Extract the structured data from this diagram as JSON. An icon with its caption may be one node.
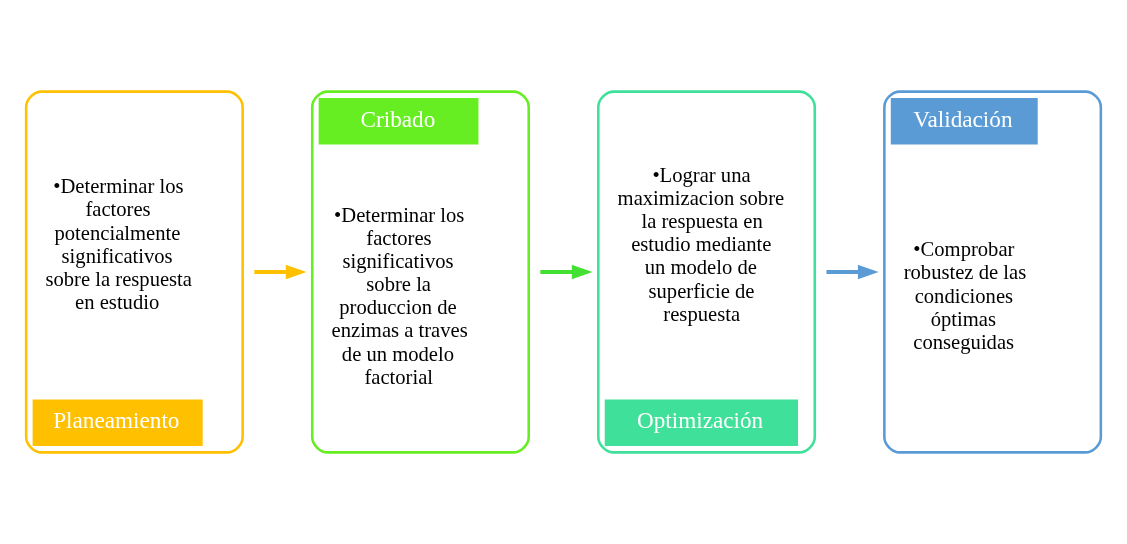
{
  "diagram": {
    "nodes": [
      {
        "text": [
          "•Determinar los factores potencialmente significativos sobre la respuesta en estudio",
          "Planeamiento"
        ]
      },
      {
        "text": [
          "Cribado",
          "•Determinar los factores significativos sobre la produccion de enzimas a traves de un modelo factorial"
        ]
      },
      {
        "text": [
          "•Lograr una maximizacion sobre la respuesta en estudio mediante un modelo de superficie de respuesta",
          "Optimización"
        ]
      },
      {
        "text": [
          "Validación",
          "•Comprobar robustez de las condiciones óptimas conseguidas"
        ]
      }
    ],
    "edges": [
      {
        "from": 0,
        "to": 1,
        "arrow": "to",
        "color": "#ffc000"
      },
      {
        "from": 1,
        "to": 2,
        "arrow": "to",
        "color": "#44e033"
      },
      {
        "from": 2,
        "to": 3,
        "arrow": "to",
        "color": "#5b9bd5"
      }
    ]
  }
}
